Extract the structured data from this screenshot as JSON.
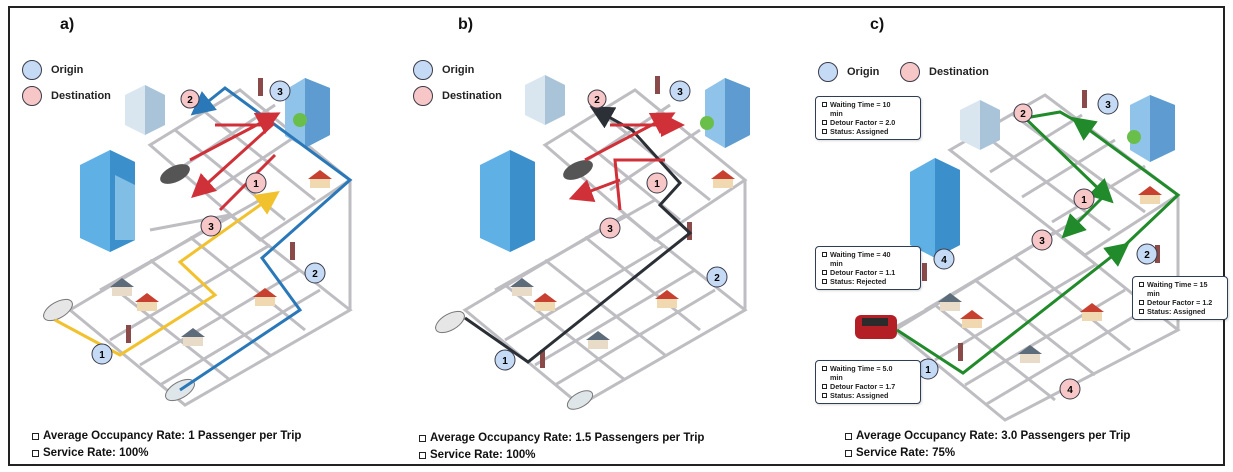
{
  "panels": [
    {
      "label": "a)",
      "legend": {
        "origin": "Origin",
        "destination": "Destination"
      },
      "route_color": "#2a78b8",
      "stats": {
        "occupancy": "Average Occupancy Rate: 1 Passenger per Trip",
        "service": "Service Rate: 100%"
      },
      "markers": [
        "1",
        "2",
        "3",
        "1",
        "2",
        "3"
      ]
    },
    {
      "label": "b)",
      "legend": {
        "origin": "Origin",
        "destination": "Destination"
      },
      "route_color": "#2b2f36",
      "stats": {
        "occupancy": "Average Occupancy Rate: 1.5 Passengers per Trip",
        "service": "Service Rate: 100%"
      },
      "markers": [
        "1",
        "2",
        "3",
        "1",
        "2",
        "3"
      ]
    },
    {
      "label": "c)",
      "legend": {
        "origin": "Origin",
        "destination": "Destination"
      },
      "route_color": "#218a2a",
      "stats": {
        "occupancy": "Average Occupancy Rate: 3.0 Passengers per Trip",
        "service": "Service Rate: 75%"
      },
      "markers": [
        "1",
        "2",
        "3",
        "4",
        "1",
        "2",
        "3",
        "4"
      ],
      "info_boxes": [
        {
          "lines": [
            "Waiting Time = 10",
            "min",
            "Detour Factor = 2.0",
            "Status: Assigned"
          ]
        },
        {
          "lines": [
            "Waiting Time = 40",
            "min",
            "Detour Factor = 1.1",
            "Status: Rejected"
          ]
        },
        {
          "lines": [
            "Waiting Time = 15",
            "min",
            "Detour Factor = 1.2",
            "Status: Assigned"
          ]
        },
        {
          "lines": [
            "Waiting Time = 5.0",
            "min",
            "Detour Factor = 1.7",
            "Status: Assigned"
          ]
        }
      ]
    }
  ],
  "colors": {
    "origin_fill": "#c5daf4",
    "destination_fill": "#f7c6c6",
    "road": "#b9b9bd",
    "red_route": "#d03038",
    "yellow_route": "#f2c12e"
  }
}
